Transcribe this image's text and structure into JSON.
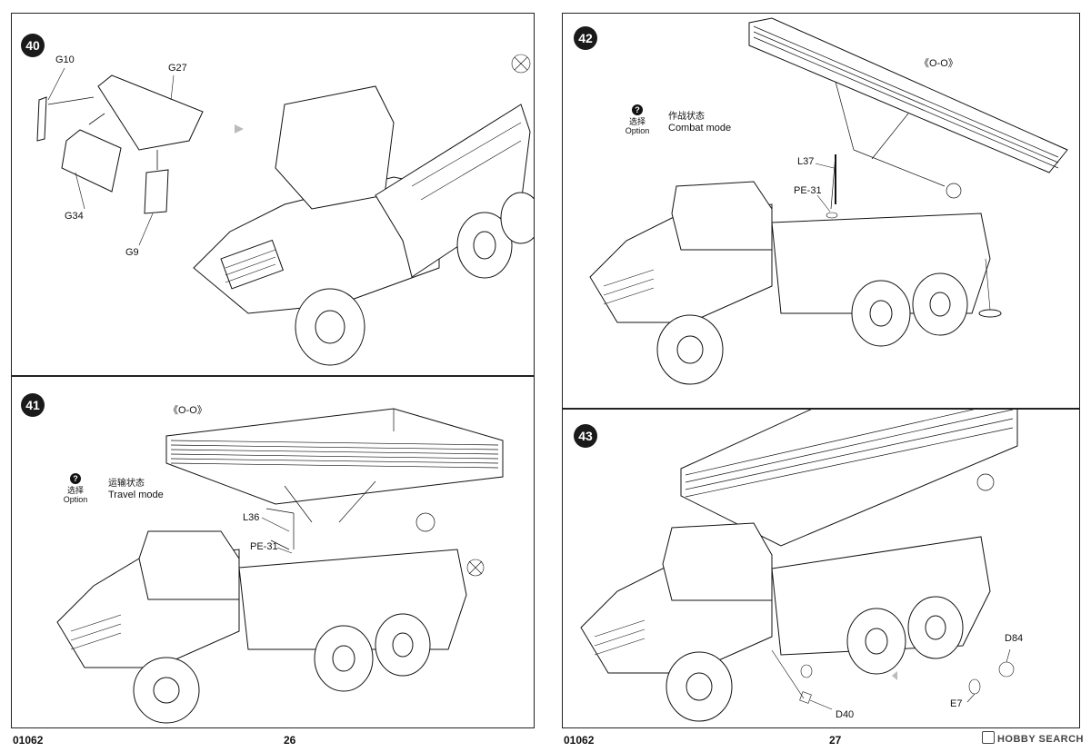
{
  "pages": {
    "left": {
      "code": "01062",
      "page_number": "26"
    },
    "right": {
      "code": "01062",
      "page_number": "27"
    }
  },
  "steps": {
    "s40": {
      "number": "40",
      "parts": [
        "G10",
        "G27",
        "G34",
        "G9"
      ]
    },
    "s41": {
      "number": "41",
      "section": "《O-O》",
      "option_cn": "选择",
      "option_en": "Option",
      "mode_cn": "运输状态",
      "mode_en": "Travel mode",
      "parts": [
        "L36",
        "PE-31"
      ]
    },
    "s42": {
      "number": "42",
      "section": "《O-O》",
      "option_cn": "选择",
      "option_en": "Option",
      "mode_cn": "作战状态",
      "mode_en": "Combat mode",
      "parts": [
        "L37",
        "PE-31"
      ]
    },
    "s43": {
      "number": "43",
      "parts": [
        "D84",
        "E7",
        "D40"
      ]
    }
  },
  "watermark": "HOBBY SEARCH"
}
